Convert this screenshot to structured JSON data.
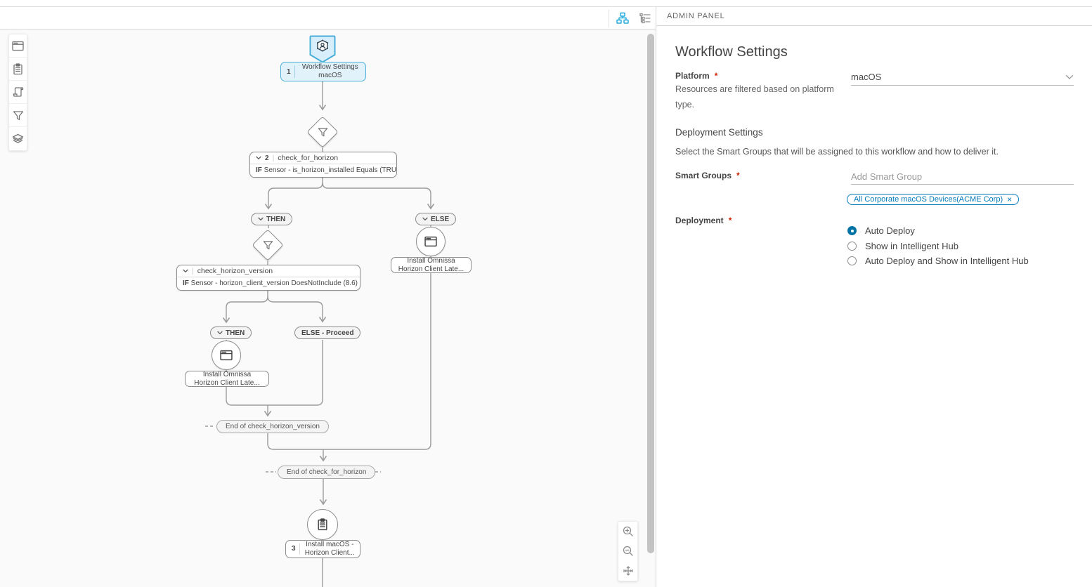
{
  "canvas": {
    "toolbar": {
      "icons": [
        "hierarchy-view-icon",
        "list-view-icon"
      ]
    },
    "palette_icons": [
      "app-icon",
      "profile-clipboard-icon",
      "script-icon",
      "condition-funnel-icon",
      "group-layers-icon"
    ],
    "nodes": {
      "start": {
        "number": "1",
        "title_line1": "Workflow Settings",
        "title_line2": "macOS"
      },
      "condition1": {
        "number": "2",
        "name": "check_for_horizon",
        "if_label": "IF",
        "condition": "Sensor - is_horizon_installed Equals (TRUE)"
      },
      "branch1_then": "THEN",
      "branch1_else": "ELSE",
      "else_action": {
        "line1": "Install Omnissa",
        "line2": "Horizon Client Late..."
      },
      "condition2": {
        "name": "check_horizon_version",
        "if_label": "IF",
        "condition": "Sensor - horizon_client_version DoesNotInclude (8.6)"
      },
      "branch2_then": "THEN",
      "branch2_else": "ELSE - Proceed",
      "then_action": {
        "line1": "Install Omnissa",
        "line2": "Horizon Client Late..."
      },
      "end_condition2": "End of check_horizon_version",
      "end_condition1": "End of check_for_horizon",
      "action3": {
        "number": "3",
        "line1": "Install macOS -",
        "line2": "Horizon Client..."
      }
    },
    "zoom_controls": [
      "zoom-in-icon",
      "zoom-out-icon",
      "fit-to-screen-icon"
    ]
  },
  "panel": {
    "header": "ADMIN PANEL",
    "title": "Workflow Settings",
    "platform": {
      "label": "Platform",
      "required": "*",
      "description_line1": "Resources are filtered based on platform",
      "description_line2": "type.",
      "value": "macOS"
    },
    "deployment_settings": {
      "heading": "Deployment Settings",
      "description": "Select the Smart Groups that will be assigned to this workflow and how to deliver it."
    },
    "smart_groups": {
      "label": "Smart Groups",
      "required": "*",
      "placeholder": "Add Smart Group",
      "chip": "All Corporate macOS Devices(ACME Corp)",
      "chip_close": "×"
    },
    "deployment": {
      "label": "Deployment",
      "required": "*",
      "options": [
        {
          "label": "Auto Deploy",
          "selected": true
        },
        {
          "label": "Show in Intelligent Hub",
          "selected": false
        },
        {
          "label": "Auto Deploy and Show in Intelligent Hub",
          "selected": false
        }
      ]
    }
  },
  "colors": {
    "accent_blue": "#0079b8",
    "node_blue": "#49afd9",
    "node_fill": "#e1f2fa",
    "wire_gray": "#9b9b9b",
    "required_red": "#c92100"
  }
}
